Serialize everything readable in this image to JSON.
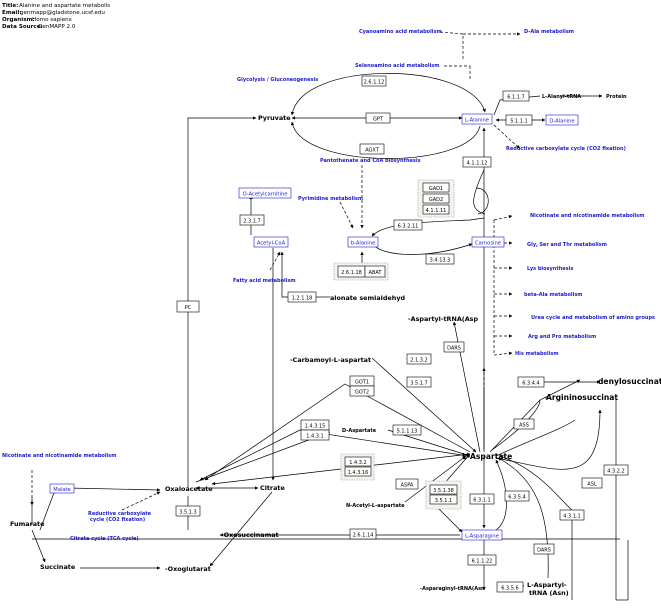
{
  "header": {
    "title_label": "Title:",
    "title_value": "Alanine and aspartate metabolis",
    "email_label": "Email:",
    "email_value": "genmapp@gladstone.ucsf.edu",
    "organism_label": "Organism:",
    "organism_value": "Homo sapiens",
    "source_label": "Data Source:",
    "source_value": "GenMAPP 2.0"
  },
  "pathways": {
    "cyanoamino": "Cyanoamino acid metabolism",
    "dala_metab": "D-Ala metabolism",
    "selenoamino": "Selenoamino acid metabolism",
    "glycolysis": "Glycolysis / Gluconeogenesis",
    "reductive_top": "Reductive carboxylate cycle (CO2 fixation)",
    "pantothenate": "Pantothenate and CoA biosynthesis",
    "pyrimidine": "Pyrimidine metabolism",
    "fatty_acid": "Fatty acid metabolism",
    "nicotinate_right": "Nicotinate and nicotinamide metabolism",
    "gly_ser_thr": "Gly, Ser and Thr metabolism",
    "lys_bio": "Lys biosynthesis",
    "beta_ala": "beta-Ala metabolism",
    "urea_cycle": "Urea cycle and metabolism of amino groups",
    "arg_pro": "Arg and Pro metabolism",
    "his": "His metabolism",
    "nicotinate_left": "Nicotinate and nicotinamide metabolism",
    "reductive_bottom_1": "Reductive carboxylate",
    "reductive_bottom_2": "cycle (CO2 fixation)",
    "citrate_cycle": "Citrate cycle (TCA cycle)"
  },
  "metabolites": {
    "pyruvate": "Pyruvate",
    "l_alanine": "L-Alanine",
    "d_alanine": "D-Alanine",
    "l_alanyl_trna": "L-Alanyl-tRNA",
    "protein": "Protein",
    "o_acetylcarnitine": "O-Acetylcarnitine",
    "acetyl_coa": "Acetyl-CoA",
    "b_alanine": "b-Alanine",
    "carnosine": "Carnosine",
    "malonate_semialdehyde": "alonate semialdehyd",
    "aspartyl_trna_asp": "-Aspartyl-tRNA(Asp",
    "carbamoyl_aspartate": "-Carbamoyl-L-aspartat",
    "d_aspartate": "D-Aspartate",
    "l_aspartate": "L-Aspartate",
    "adenylosuccinate": "denylosuccinat",
    "argininosuccinate": "Argininosuccinat",
    "malate": "Malate",
    "oxaloacetate": "Oxaloacetate",
    "citrate": "Citrate",
    "n_acetyl_aspartate": "N-Acetyl-L-aspartate",
    "fumarate": "Fumarate",
    "oxosuccinamate": "-Oxosuccinamat",
    "l_asparagine": "L-Asparagine",
    "succinate": "Succinate",
    "oxoglutarate": "-Oxoglutarat",
    "asparaginyl_trna": "-Asparaginyl-tRNA(Asn",
    "aspartyl_trna_asn_1": "L-Aspartyl-",
    "aspartyl_trna_asn_2": "tRNA (Asn)"
  },
  "enzymes": {
    "e_2_6_1_12": "2.6.1.12",
    "gpt": "GPT",
    "agxt": "AGXT",
    "e_6_1_1_7": "6.1.1.7",
    "e_5_1_1_1": "5.1.1.1",
    "e_4_1_1_12": "4.1.1.12",
    "gad1": "GAD1",
    "gad2": "GAD2",
    "e_4_1_1_11": "4.1.1.11",
    "e_2_3_1_7": "2.3.1.7",
    "e_6_3_2_11": "6.3.2.11",
    "e_3_4_13_3": "3.4.13.3",
    "e_2_6_1_18": "2.6.1.18",
    "abat": "ABAT",
    "e_1_2_1_18": "1.2.1.18",
    "pc": "PC",
    "dars_top": "DARS",
    "e_2_1_3_2": "2.1.3.2",
    "e_3_5_1_7": "3.5.1.7",
    "got1": "GOT1",
    "got2": "GOT2",
    "e_1_4_3_15": "1.4.3.15",
    "e_1_4_3_1": "1.4.3.1",
    "e_5_1_1_13": "5.1.1.13",
    "e_6_3_4_4": "6.3.4.4",
    "ass": "ASS",
    "e_1_4_3_2": "1.4.3.2",
    "e_1_4_3_16": "1.4.3.16",
    "aspa": "ASPA",
    "e_3_5_1_38": "3.5.1.38",
    "e_3_5_1_1": "3.5.1.1",
    "e_6_3_1_1": "6.3.1.1",
    "e_6_3_5_4": "6.3.5.4",
    "e_4_3_1_1": "4.3.1.1",
    "asl": "ASL",
    "e_4_3_2_2": "4.3.2.2",
    "e_3_5_1_3": "3.5.1.3",
    "e_2_6_1_14": "2.6.1.14",
    "dars_bottom": "DARS",
    "e_6_1_1_22": "6.1.1.22",
    "e_6_3_5_6": "6.3.5.6"
  }
}
